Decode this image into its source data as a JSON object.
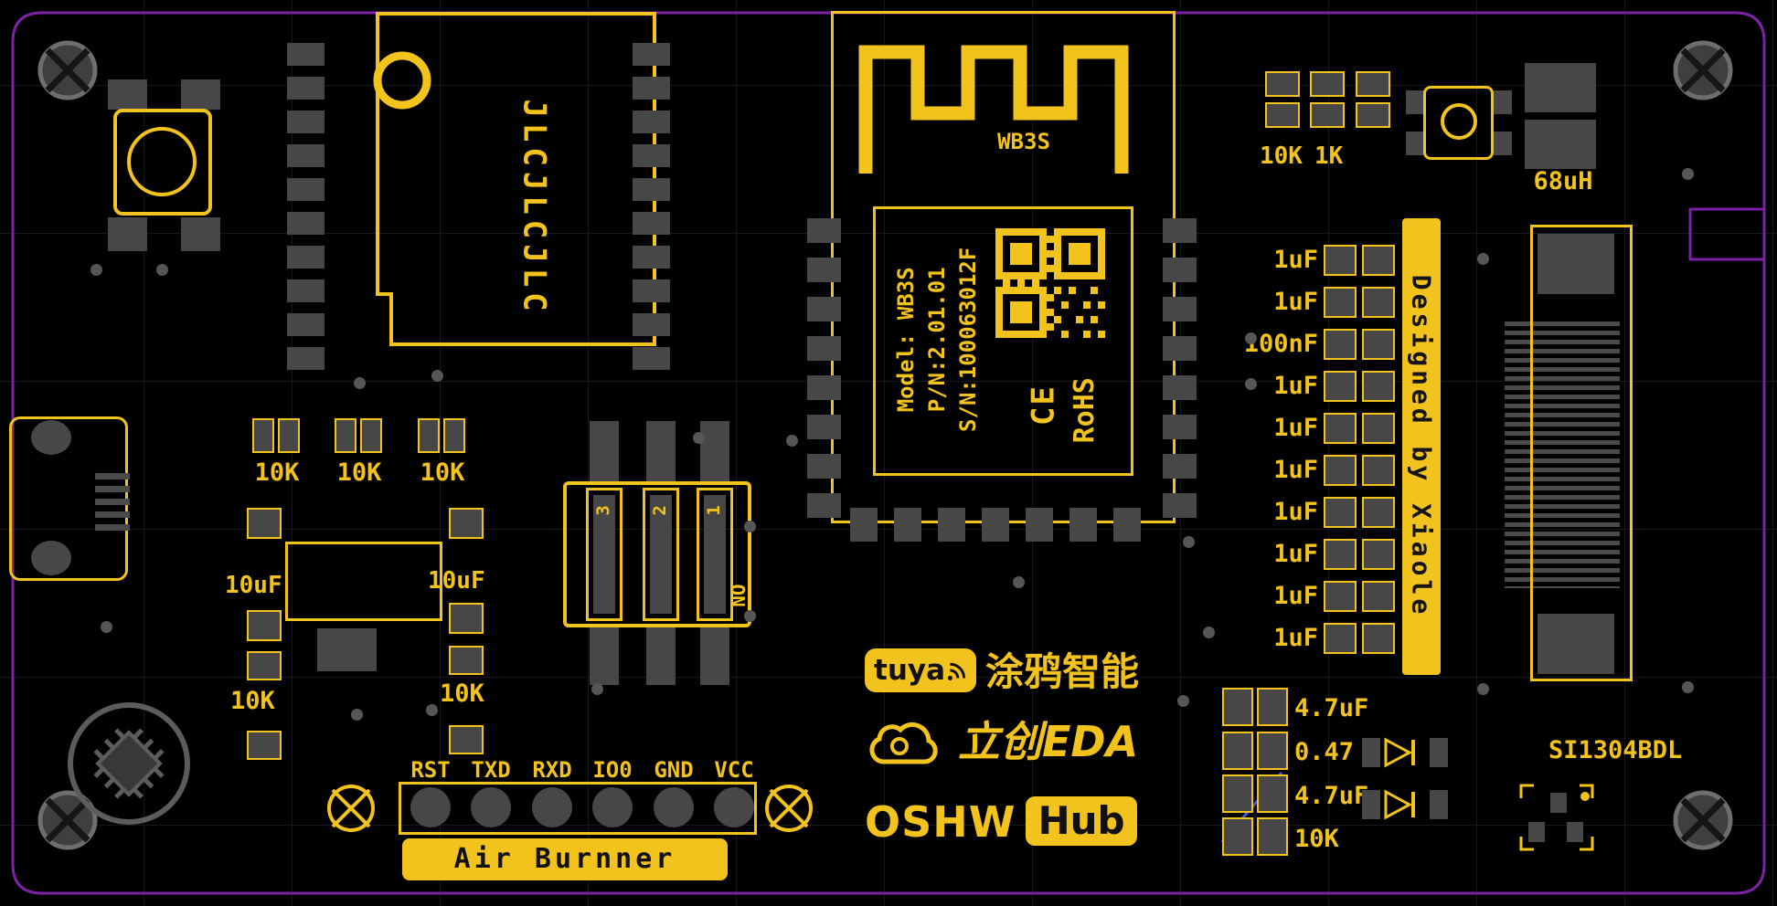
{
  "colors": {
    "silkscreen": "#F2C21D",
    "board_outline": "#7D22A8",
    "pad_gray": "#474747",
    "trace_blue": "#4854E8",
    "background": "#000000"
  },
  "ic_main": {
    "label": "JLCJLCJLC"
  },
  "wifi": {
    "antenna_label": "WB3S",
    "model": "Model: WB3S",
    "pn": "P/N:2.01.01",
    "sn": "S/N:100063012F",
    "ce_mark": "CE",
    "rohs": "RoHS"
  },
  "top_right": {
    "r1_label": "10K",
    "r2_label": "1K",
    "inductor_label": "68uH"
  },
  "right_strip": {
    "text": "Designed by Xiaole"
  },
  "cap_column": [
    "1uF",
    "1uF",
    "100nF",
    "1uF",
    "1uF",
    "1uF",
    "1uF",
    "1uF",
    "1uF",
    "1uF"
  ],
  "mid": {
    "r_labels": [
      "10K",
      "10K",
      "10K"
    ],
    "cap_left": "10uF",
    "cap_right": "10uF",
    "res_bottom_left": "10K",
    "res_bottom_right": "10K"
  },
  "dip_switch": {
    "positions": [
      "3",
      "2",
      "1"
    ],
    "on_label": "NO"
  },
  "header": {
    "pin_labels": [
      "RST",
      "TXD",
      "RXD",
      "IO0",
      "GND",
      "VCC"
    ],
    "board_name": "Air Burnner"
  },
  "logos": {
    "tuya": "tuya",
    "tuya_cn": "涂鸦智能",
    "eda": "立创EDA",
    "oshw": "OSHW",
    "hub": "Hub"
  },
  "bottom_right": {
    "c1": "4.7uF",
    "c2": "0.47",
    "c3": "4.7uF",
    "r1": "10K",
    "mosfet": "SI1304BDL"
  }
}
